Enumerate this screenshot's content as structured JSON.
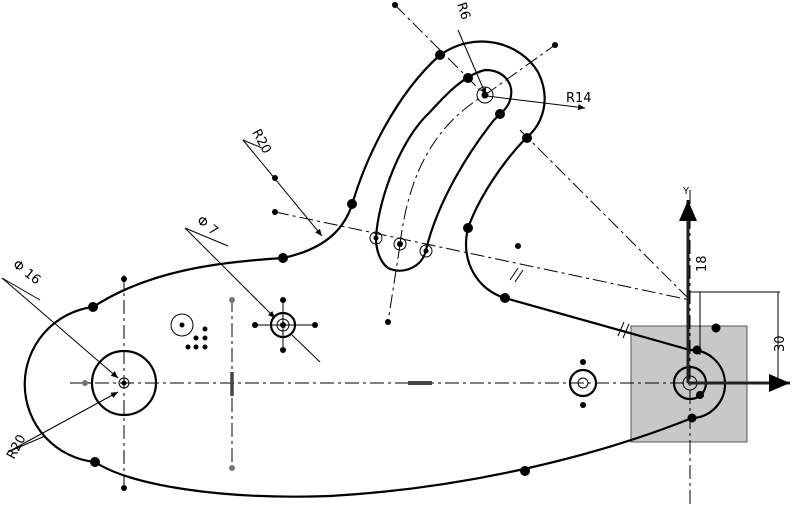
{
  "sketch": {
    "dimensions": {
      "r6": "R6",
      "r14": "R14",
      "r20_top": "R20",
      "phi7": "Φ 7",
      "phi16": "Φ 16",
      "r20_bottom": "R20",
      "d18": "18",
      "d30": "30"
    },
    "axes": {
      "y_label": "Y"
    },
    "colors": {
      "line": "#000000",
      "origin_box_fill": "#c8c8c8",
      "origin_box_stroke": "#555555",
      "background": "#ffffff",
      "grey_mark": "#777777"
    }
  }
}
